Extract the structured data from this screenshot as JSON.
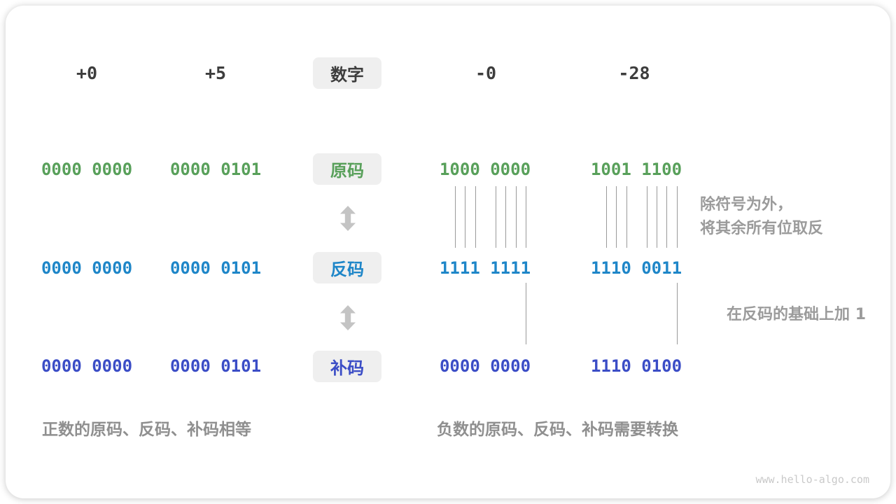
{
  "header": {
    "numbers": [
      "+0",
      "+5",
      "-0",
      "-28"
    ],
    "label": "数字"
  },
  "rows": [
    {
      "label": "原码",
      "color": "#58a05a",
      "values": [
        "0000 0000",
        "0000 0101",
        "1000 0000",
        "1001 1100"
      ]
    },
    {
      "label": "反码",
      "color": "#1e86c8",
      "values": [
        "0000 0000",
        "0000 0101",
        "1111 1111",
        "1110 0011"
      ]
    },
    {
      "label": "补码",
      "color": "#3b4dc6",
      "values": [
        "0000 0000",
        "0000 0101",
        "0000 0000",
        "1110 0100"
      ]
    }
  ],
  "annotations": {
    "invert_note": "除符号为外，\n将其余所有位取反",
    "add_one_note": "在反码的基础上加 1"
  },
  "captions": {
    "positive": "正数的原码、反码、补码相等",
    "negative": "负数的原码、反码、补码需要转换"
  },
  "colors": {
    "sign_magnitude_green": "#58a05a",
    "ones_complement_blue": "#1e86c8",
    "twos_complement_indigo": "#3b4dc6",
    "label_box_bg": "#efefef",
    "annotation_gray": "#9b9b9b",
    "arrow_gray": "#c4c4c4"
  },
  "watermark": "www.hello-algo.com"
}
